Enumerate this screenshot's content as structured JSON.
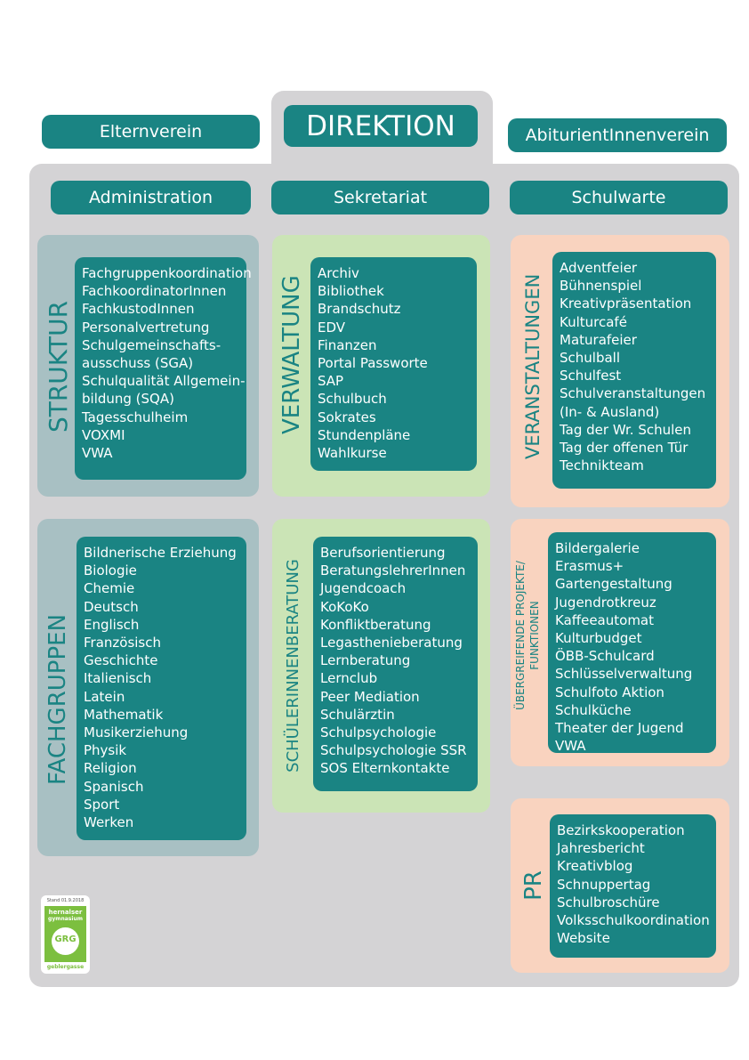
{
  "header": {
    "direktion": "DIREKTION",
    "elternverein": "Elternverein",
    "abiturientinnenverein": "AbiturientInnenverein"
  },
  "subheader": {
    "administration": "Administration",
    "sekretariat": "Sekretariat",
    "schulwarte": "Schulwarte"
  },
  "sections": {
    "struktur": {
      "title": "STRUKTUR",
      "items": [
        "Fachgruppenkoordination",
        "FachkoordinatorInnen",
        "FachkustodInnen",
        "Personalvertretung",
        "Schulgemeinschafts-",
        "ausschuss (SGA)",
        "Schulqualität Allgemein-",
        "bildung (SQA)",
        "Tagesschulheim",
        "VOXMI",
        "VWA"
      ]
    },
    "verwaltung": {
      "title": "VERWALTUNG",
      "items": [
        "Archiv",
        "Bibliothek",
        "Brandschutz",
        "EDV",
        "Finanzen",
        "Portal Passworte",
        "SAP",
        "Schulbuch",
        "Sokrates",
        "Stundenpläne",
        "Wahlkurse"
      ]
    },
    "veranstaltungen": {
      "title": "VERANSTALTUNGEN",
      "items": [
        "Adventfeier",
        "Bühnenspiel",
        "Kreativpräsentation",
        "Kulturcafé",
        "Maturafeier",
        "Schulball",
        "Schulfest",
        "Schulveranstaltungen",
        "(In- & Ausland)",
        "Tag der Wr. Schulen",
        "Tag der offenen Tür",
        "Technikteam"
      ]
    },
    "fachgruppen": {
      "title": "FACHGRUPPEN",
      "items": [
        "Bildnerische Erziehung",
        "Biologie",
        "Chemie",
        "Deutsch",
        "Englisch",
        "Französisch",
        "Geschichte",
        "Italienisch",
        "Latein",
        "Mathematik",
        "Musikerziehung",
        "Physik",
        "Religion",
        "Spanisch",
        "Sport",
        "Werken"
      ]
    },
    "schuelerinnenberatung": {
      "title": "SCHÜLERINNENBERATUNG",
      "items": [
        "Berufsorientierung",
        "BeratungslehrerInnen",
        "Jugendcoach",
        "KoKoKo",
        "Konfliktberatung",
        "Legasthenieberatung",
        "Lernberatung",
        "Lernclub",
        "Peer Mediation",
        "Schulärztin",
        "Schulpsychologie",
        "Schulpsychologie SSR",
        "SOS Elternkontakte"
      ]
    },
    "projekte": {
      "title_line1": "ÜBERGREIFENDE PROJEKTE/",
      "title_line2": "FUNKTIONEN",
      "items": [
        "Bildergalerie",
        "Erasmus+",
        "Gartengestaltung",
        "Jugendrotkreuz",
        "Kaffeeautomat",
        "Kulturbudget",
        "ÖBB-Schulcard",
        "Schlüsselverwaltung",
        "Schulfoto Aktion",
        "Schulküche",
        "Theater der Jugend",
        "VWA"
      ]
    },
    "pr": {
      "title": "PR",
      "items": [
        "Bezirkskooperation",
        "Jahresbericht",
        "Kreativblog",
        "Schnuppertag",
        "Schulbroschüre",
        "Volksschulkoordination",
        "Website"
      ]
    }
  },
  "logo": {
    "stand": "Stand 01.9.2018",
    "line1": "hernalser",
    "line2": "gymnasium",
    "monogram": "GRG",
    "bottom": "geblergasse"
  },
  "colors": {
    "teal": "#1a8483",
    "gray": "#d4d3d5",
    "blue_panel": "#a8c0c3",
    "green_panel": "#cbe4b6",
    "peach_panel": "#f9d3bf",
    "logo_green": "#7cbf3f"
  }
}
